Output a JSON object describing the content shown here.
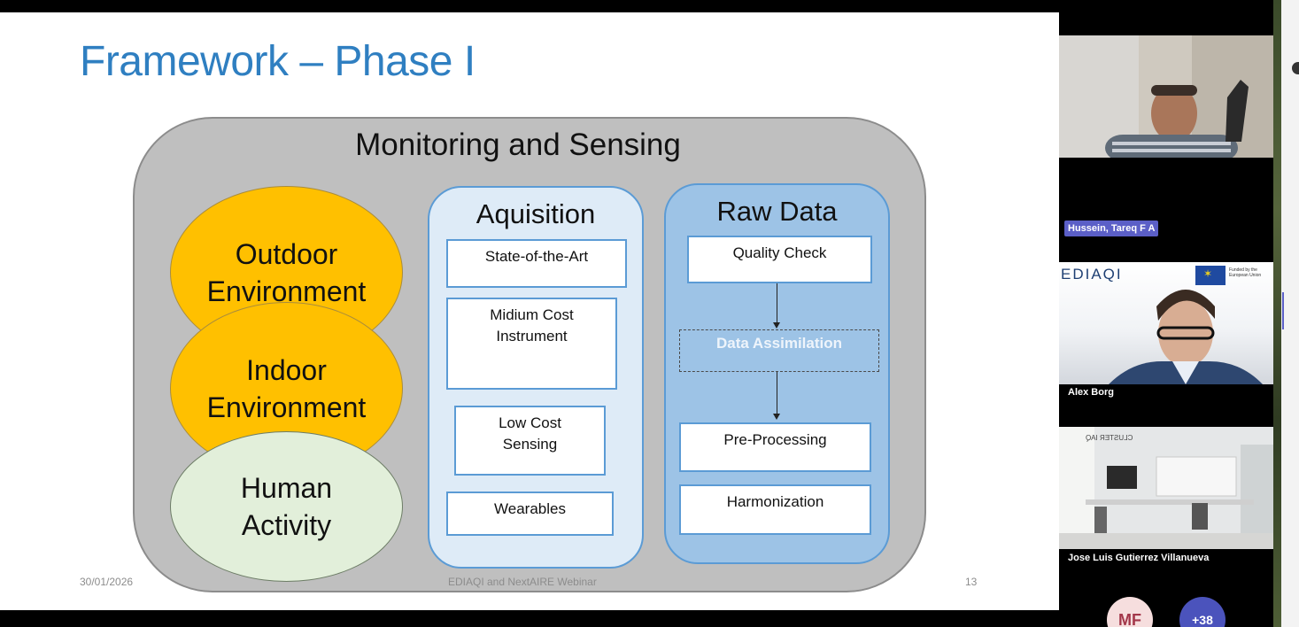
{
  "slide": {
    "title": "Framework – Phase I",
    "outer_title": "Monitoring and Sensing",
    "ellipses": {
      "outdoor": "Outdoor Environment",
      "indoor": "Indoor Environment",
      "human": "Human Activity"
    },
    "acquisition": {
      "title": "Aquisition",
      "items": [
        "State-of-the-Art",
        "Midium Cost Instrument",
        "Low Cost Sensing",
        "Wearables"
      ]
    },
    "raw_data": {
      "title": "Raw Data",
      "quality_check": "Quality Check",
      "data_assimilation": "Data Assimilation",
      "pre_processing": "Pre-Processing",
      "harmonization": "Harmonization"
    },
    "footer": {
      "date": "30/01/2026",
      "event": "EDIAQI and NextAIRE Webinar",
      "page": "13"
    }
  },
  "participants": {
    "p1_name": "Hussein, Tareq F A",
    "p2_name": "Alex Borg",
    "p2_logo": "EDIAQI",
    "p2_eu": "Funded by the European Union",
    "p3_name": "Jose Luis Gutierrez Villanueva",
    "p3_logo": "CLUSTER IAQ",
    "avatar_initials": "MF",
    "more_count": "+38"
  },
  "colors": {
    "title_blue": "#2f7fc1",
    "ellipse_orange": "#ffc000",
    "ellipse_green": "#e2efda",
    "panel_light_blue": "#deebf7",
    "panel_blue": "#9dc3e6",
    "teams_purple": "#5b5fc7"
  }
}
